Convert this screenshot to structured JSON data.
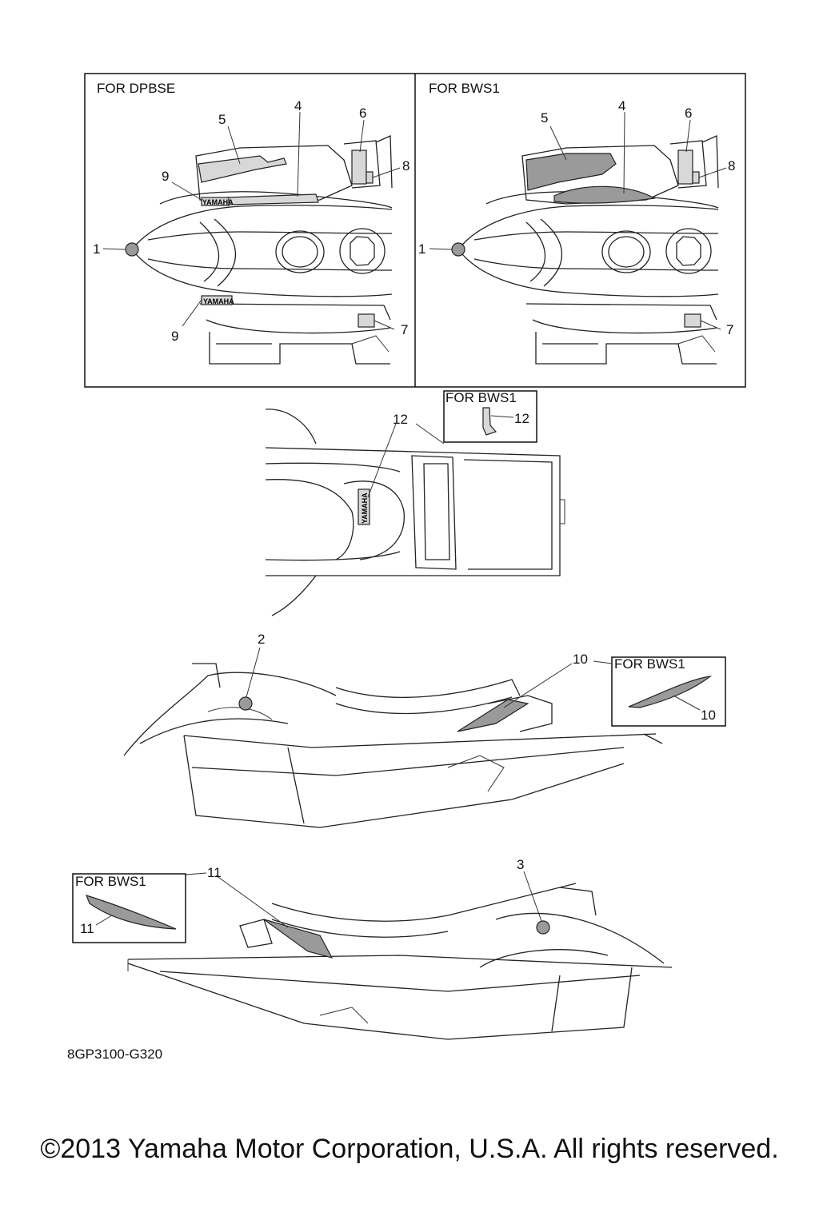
{
  "panels": {
    "top_left_title": "FOR DPBSE",
    "top_right_title": "FOR BWS1",
    "inset_rear_title": "FOR BWS1",
    "inset_right_side_title": "FOR BWS1",
    "inset_left_side_title": "FOR BWS1"
  },
  "callouts": {
    "c1": "1",
    "c2": "2",
    "c3": "3",
    "c4": "4",
    "c5": "5",
    "c6": "6",
    "c7": "7",
    "c8": "8",
    "c9": "9",
    "c10": "10",
    "c11": "11",
    "c12": "12"
  },
  "decal_text": "YAMAHA",
  "diagram_code": "8GP3100-G320",
  "copyright": "©2013 Yamaha Motor Corporation, U.S.A. All rights reserved."
}
